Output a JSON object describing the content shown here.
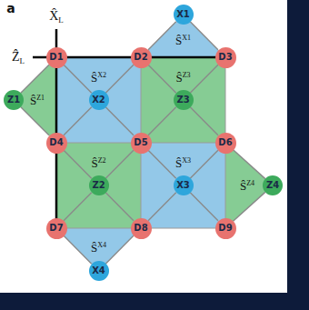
{
  "diagram": {
    "nodes": [
      {
        "text": [
          "X1"
        ]
      },
      {
        "text": [
          "D1"
        ]
      },
      {
        "text": [
          "D2"
        ]
      },
      {
        "text": [
          "D3"
        ]
      },
      {
        "text": [
          "X2"
        ]
      },
      {
        "text": [
          "Z3"
        ]
      },
      {
        "text": [
          "Z1"
        ]
      },
      {
        "text": [
          "D4"
        ]
      },
      {
        "text": [
          "D5"
        ]
      },
      {
        "text": [
          "D6"
        ]
      },
      {
        "text": [
          "Z2"
        ]
      },
      {
        "text": [
          "X3"
        ]
      },
      {
        "text": [
          "Z4"
        ]
      },
      {
        "text": [
          "D7"
        ]
      },
      {
        "text": [
          "D8"
        ]
      },
      {
        "text": [
          "D9"
        ]
      },
      {
        "text": [
          "X4"
        ]
      }
    ],
    "edges": [
      {
        "from": 0,
        "to": 2,
        "arrow": "none"
      },
      {
        "from": 0,
        "to": 3,
        "arrow": "none"
      },
      {
        "from": 4,
        "to": 1,
        "arrow": "none"
      },
      {
        "from": 4,
        "to": 2,
        "arrow": "none"
      },
      {
        "from": 4,
        "to": 7,
        "arrow": "none"
      },
      {
        "from": 4,
        "to": 8,
        "arrow": "none"
      },
      {
        "from": 5,
        "to": 2,
        "arrow": "none"
      },
      {
        "from": 5,
        "to": 3,
        "arrow": "none"
      },
      {
        "from": 5,
        "to": 8,
        "arrow": "none"
      },
      {
        "from": 5,
        "to": 9,
        "arrow": "none"
      },
      {
        "from": 6,
        "to": 1,
        "arrow": "none"
      },
      {
        "from": 6,
        "to": 7,
        "arrow": "none"
      },
      {
        "from": 10,
        "to": 7,
        "arrow": "none"
      },
      {
        "from": 10,
        "to": 8,
        "arrow": "none"
      },
      {
        "from": 10,
        "to": 13,
        "arrow": "none"
      },
      {
        "from": 10,
        "to": 14,
        "arrow": "none"
      },
      {
        "from": 11,
        "to": 8,
        "arrow": "none"
      },
      {
        "from": 11,
        "to": 9,
        "arrow": "none"
      },
      {
        "from": 11,
        "to": 14,
        "arrow": "none"
      },
      {
        "from": 11,
        "to": 15,
        "arrow": "none"
      },
      {
        "from": 12,
        "to": 9,
        "arrow": "none"
      },
      {
        "from": 12,
        "to": 15,
        "arrow": "none"
      },
      {
        "from": 16,
        "to": 13,
        "arrow": "none"
      },
      {
        "from": 16,
        "to": 14,
        "arrow": "none"
      }
    ],
    "labels": [
      "a",
      "X̂L",
      "ẐL",
      "ŜX1",
      "ŜX2",
      "ŜZ3",
      "ŜZ1",
      "ŜZ2",
      "ŜX3",
      "ŜZ4",
      "ŜX4"
    ]
  }
}
